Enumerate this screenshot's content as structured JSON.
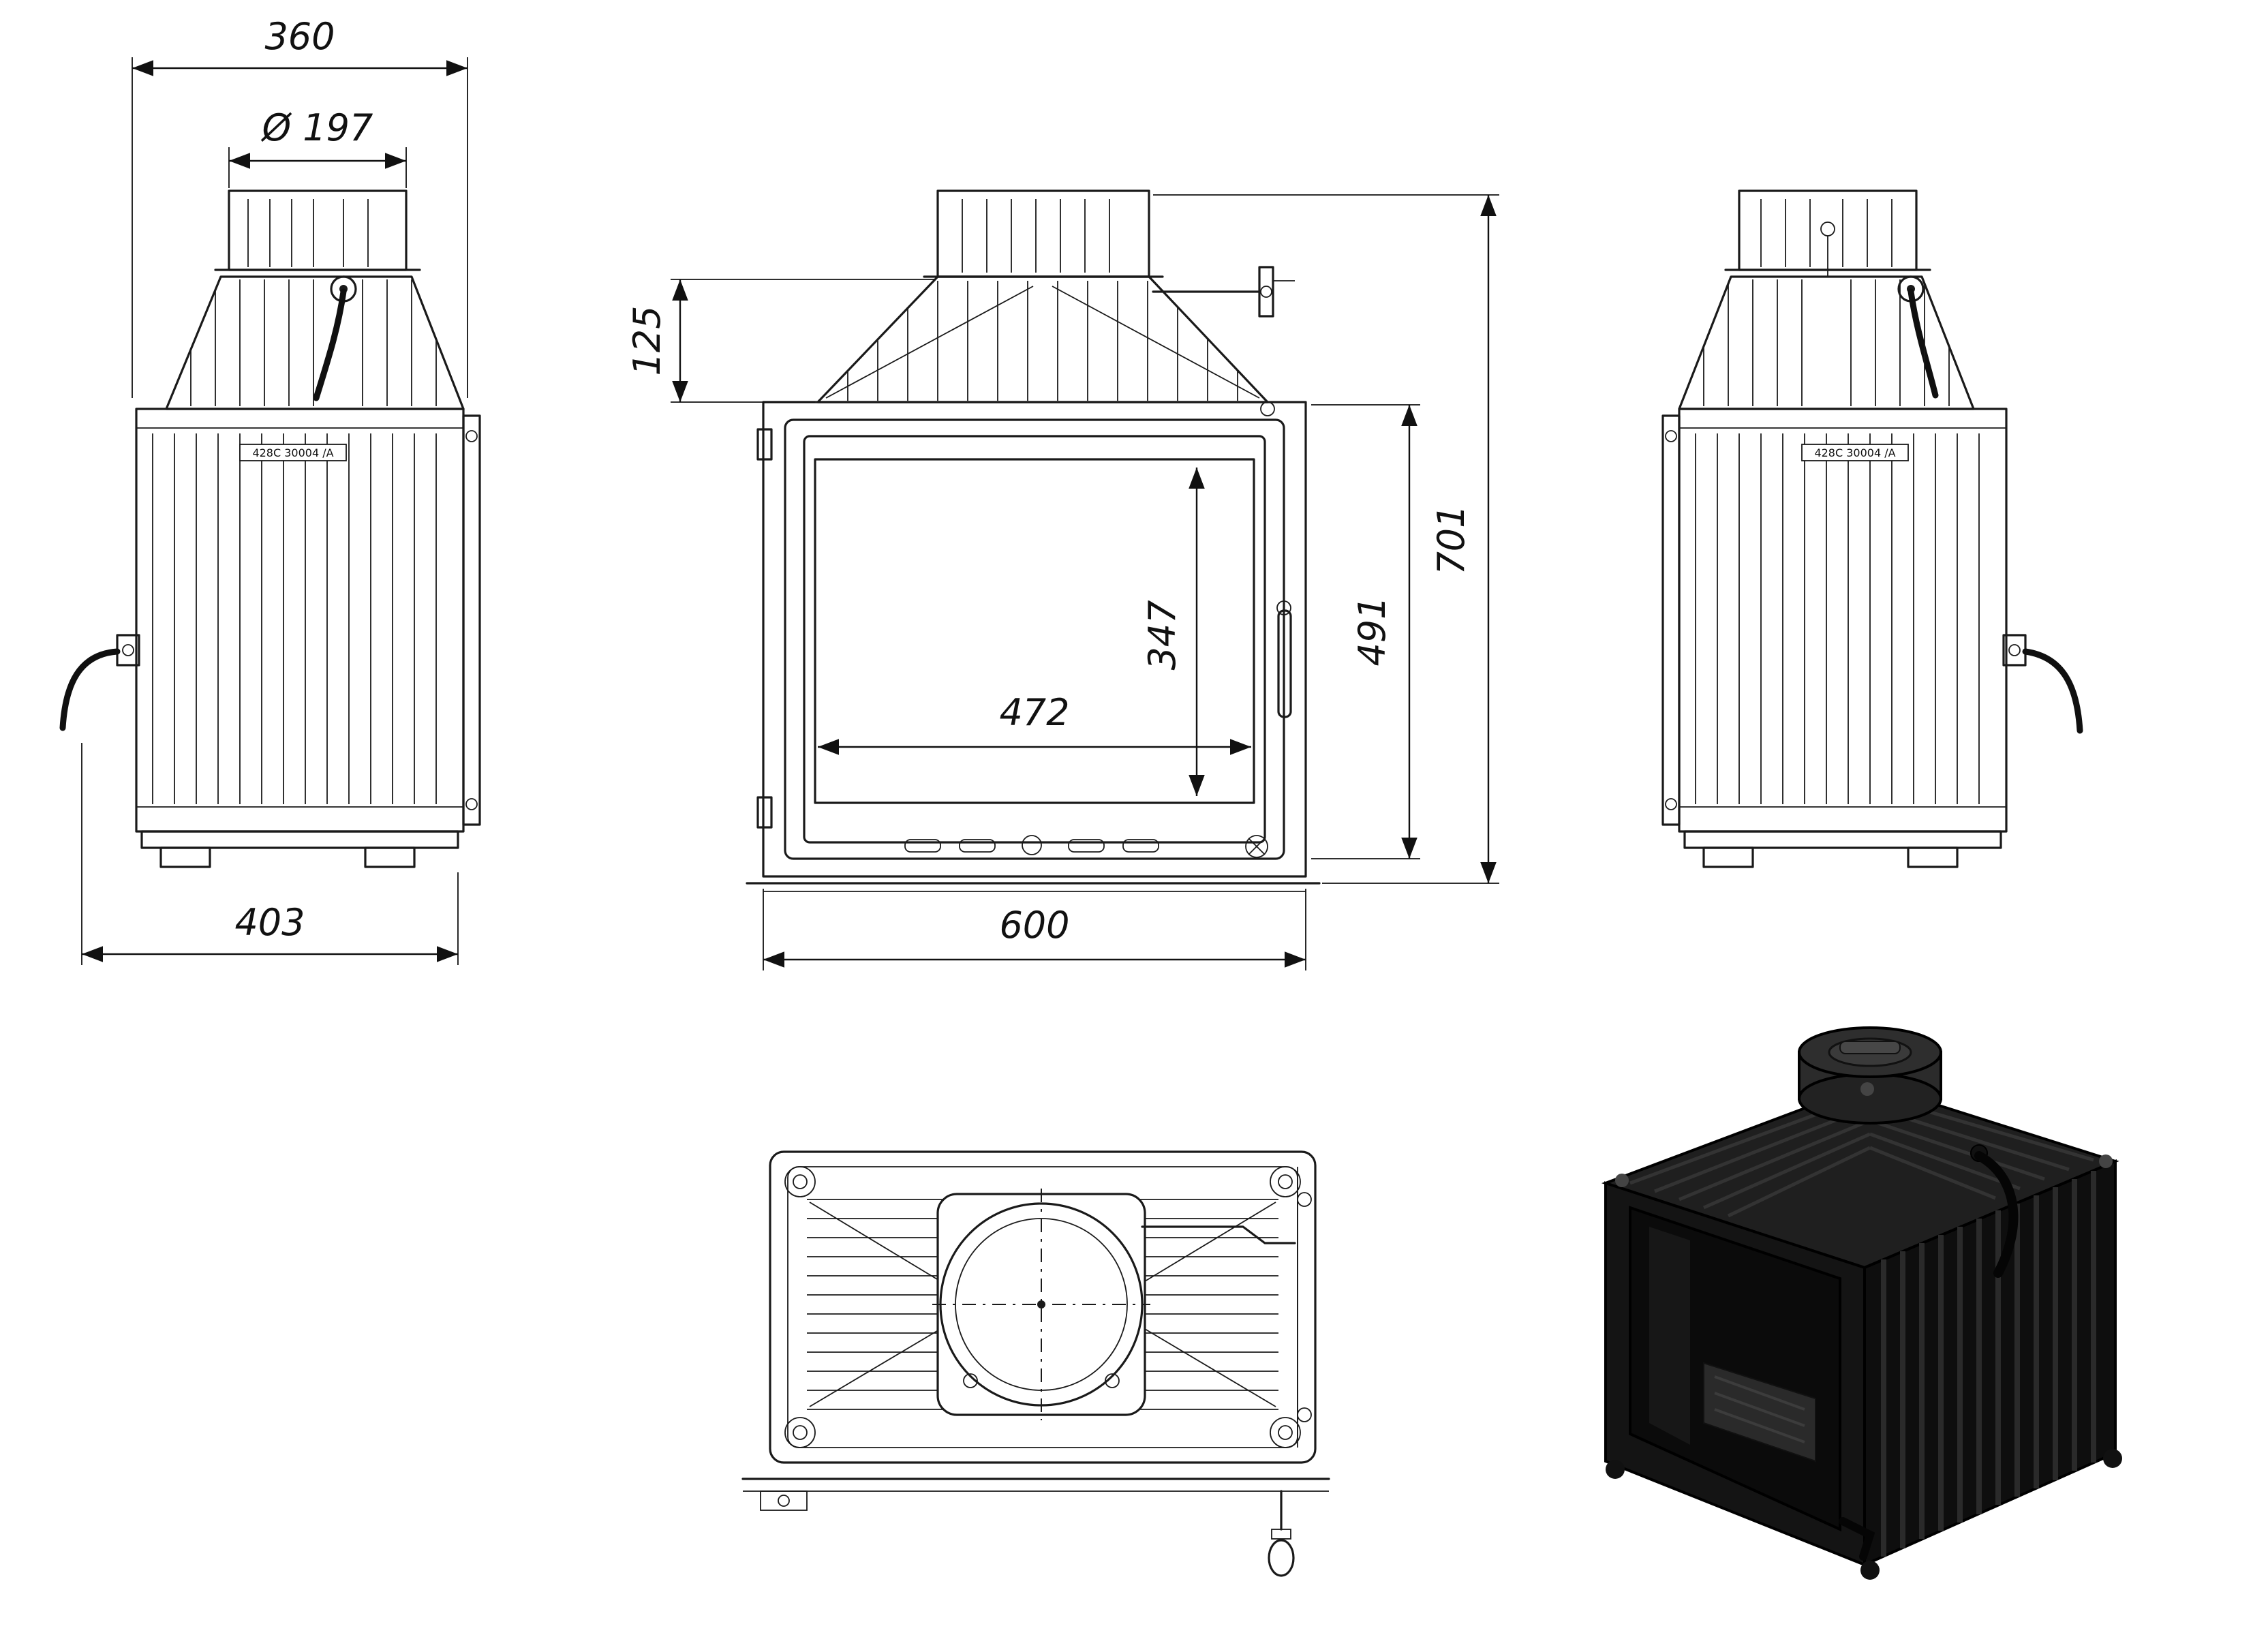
{
  "dimensions": {
    "top_width": "360",
    "flue_diameter": "Ø 197",
    "side_depth": "403",
    "hood_height": "125",
    "glass_width": "472",
    "glass_height": "347",
    "body_height": "491",
    "total_height": "701",
    "front_width": "600"
  },
  "labels": {
    "plate_marking": "428C 30004 /A"
  },
  "colors": {
    "line": "#1a1a1a",
    "iron_dark": "#0e0e0e",
    "iron_mid": "#1f1f1f",
    "iron_light": "#333333"
  }
}
